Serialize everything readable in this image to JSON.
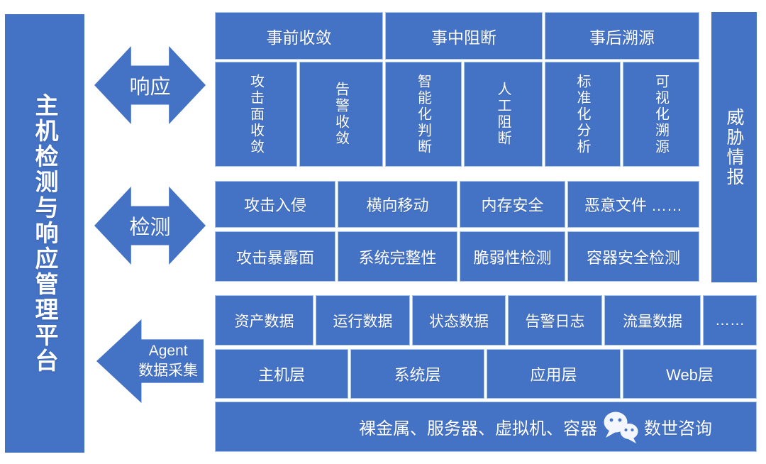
{
  "colors": {
    "primary_blue": "#4472C4",
    "text_white": "#FFFFFF",
    "cell_border": "#A9C5E8",
    "background": "#FFFFFF"
  },
  "platform_bar": {
    "label": "主机检测与响应管理平台"
  },
  "threat_bar": {
    "label": "威胁情报"
  },
  "arrows": {
    "response": "响应",
    "detection": "检测",
    "agent_line1": "Agent",
    "agent_line2": "数据采集"
  },
  "response_section": {
    "headers": [
      "事前收敛",
      "事中阻断",
      "事后溯源"
    ],
    "items": [
      "攻击面收敛",
      "告警收敛",
      "智能化判断",
      "人工阻断",
      "标准化分析",
      "可视化溯源"
    ]
  },
  "detection_section": {
    "row1": [
      "攻击入侵",
      "横向移动",
      "内存安全",
      "恶意文件 ……"
    ],
    "row2": [
      "攻击暴露面",
      "系统完整性",
      "脆弱性检测",
      "容器安全检测"
    ]
  },
  "collection_section": {
    "row1": [
      "资产数据",
      "运行数据",
      "状态数据",
      "告警日志",
      "流量数据",
      "……"
    ],
    "row2": [
      "主机层",
      "系统层",
      "应用层",
      "Web层"
    ],
    "row3": "裸金属、服务器、虚拟机、容器"
  },
  "watermark": {
    "label": "数世咨询"
  }
}
